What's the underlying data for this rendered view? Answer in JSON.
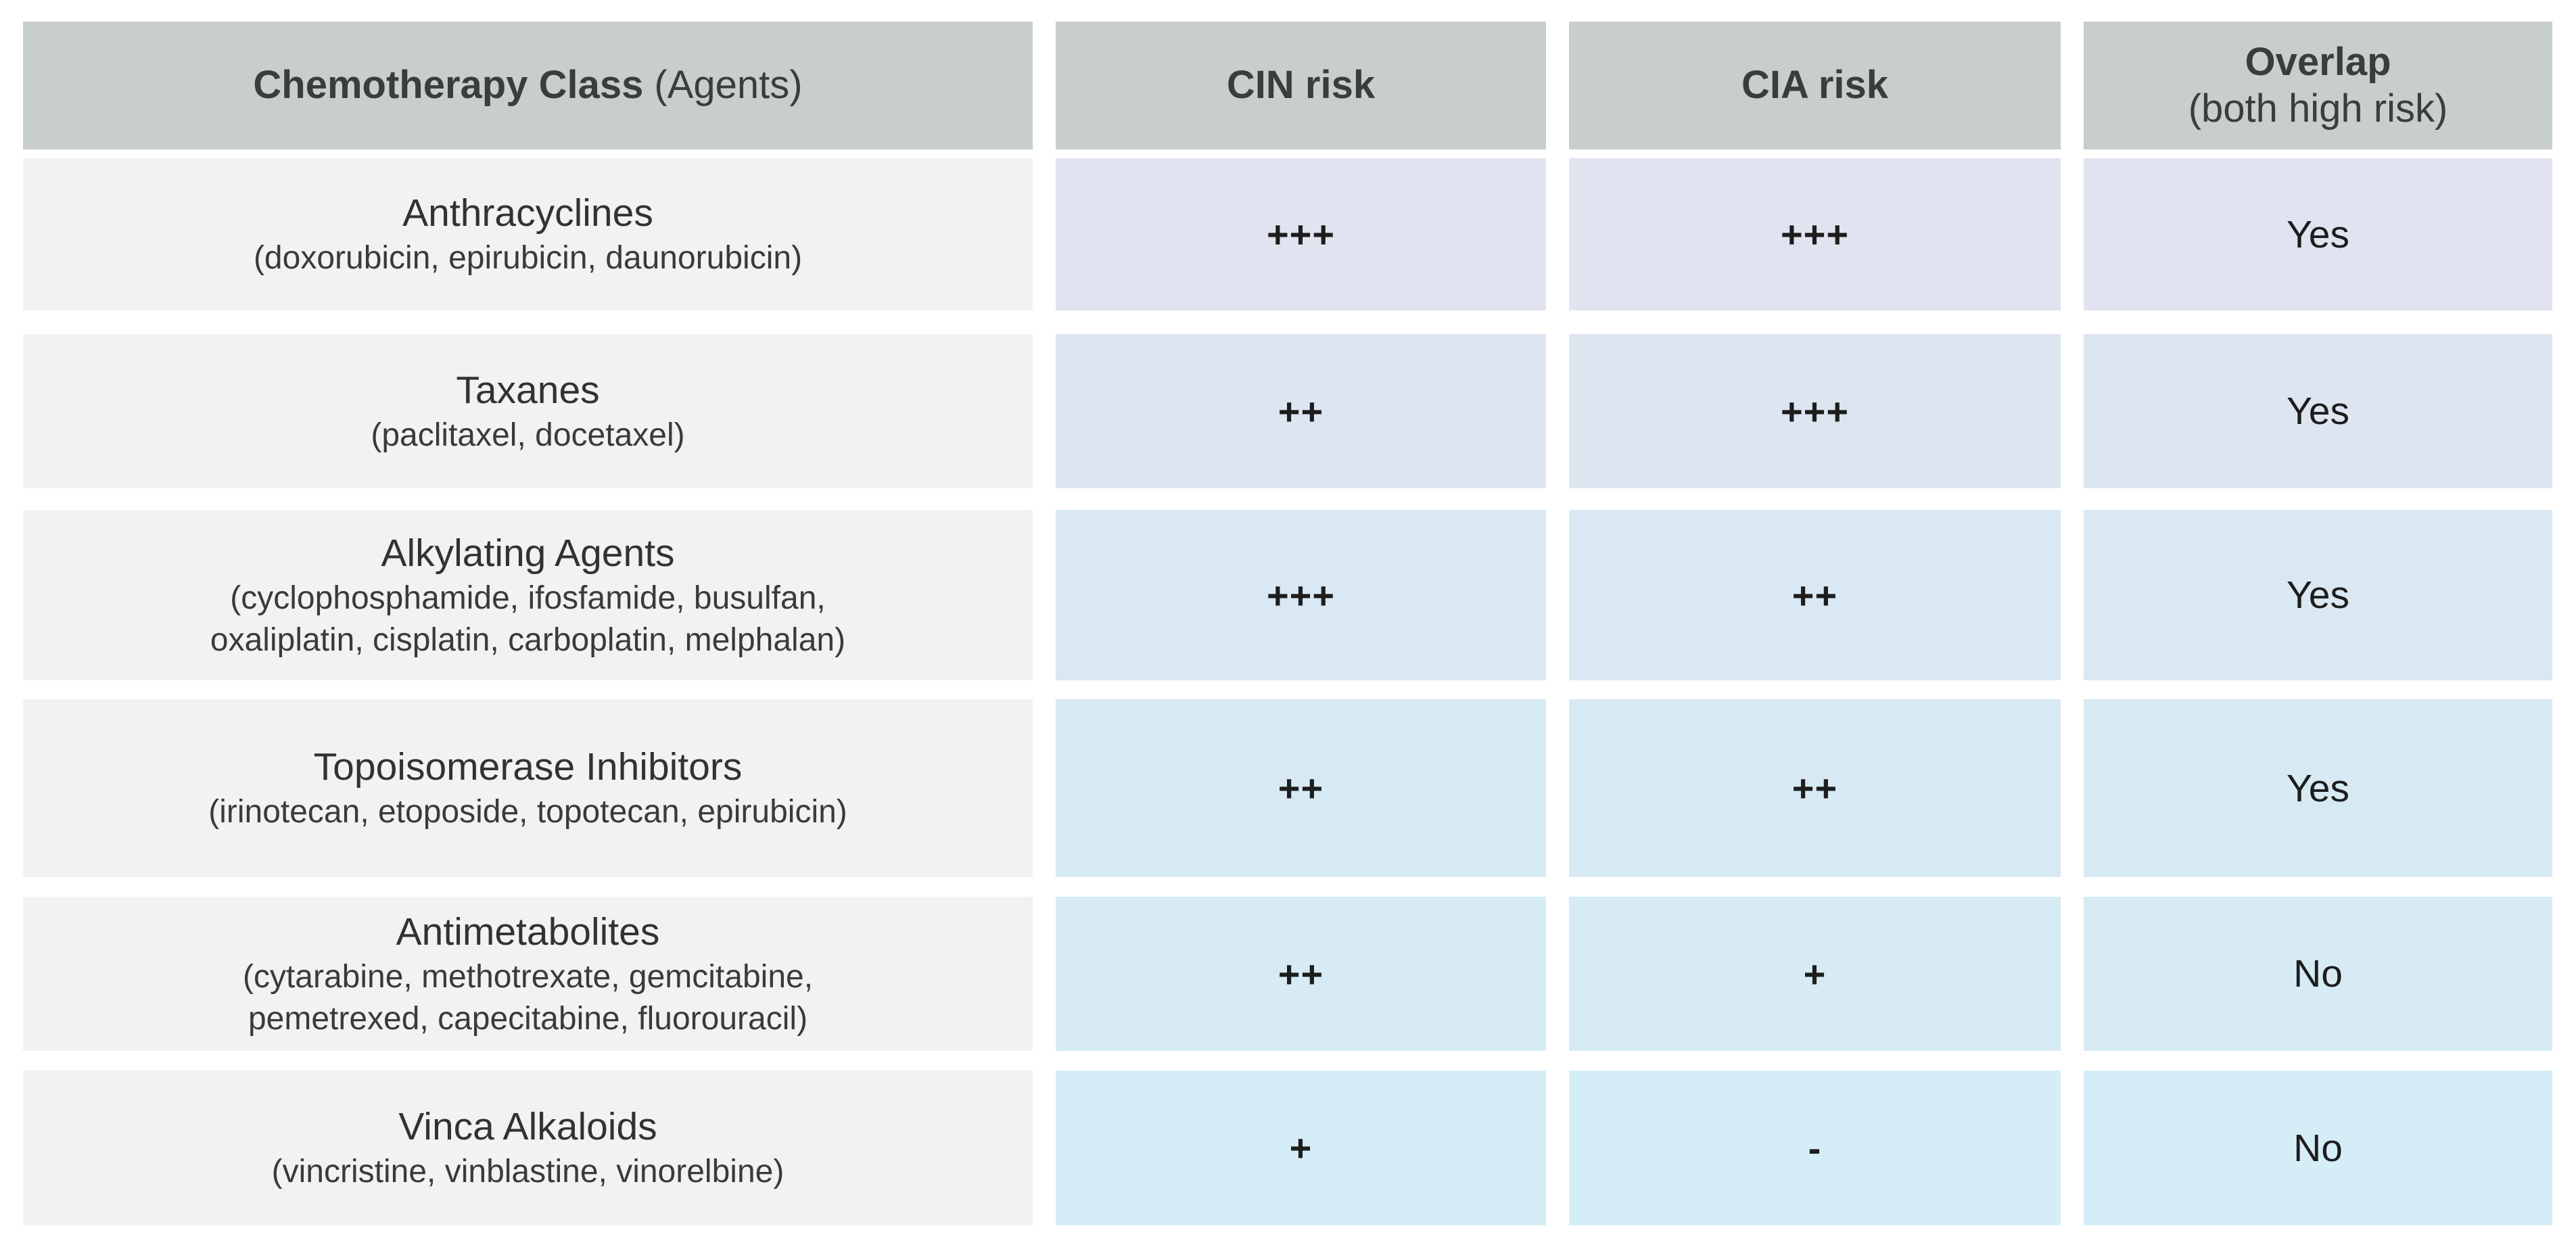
{
  "table": {
    "header": {
      "class_label": "Chemotherapy Class",
      "class_sub": "(Agents)",
      "cin": "CIN risk",
      "cia": "CIA risk",
      "overlap": "Overlap",
      "overlap_sub": "(both high risk)"
    },
    "rows": [
      {
        "class_name": "Anthracyclines",
        "agents": "(doxorubicin, epirubicin, daunorubicin)",
        "cin": "+++",
        "cia": "+++",
        "overlap": "Yes",
        "risk_bg": "#e1e3f0"
      },
      {
        "class_name": "Taxanes",
        "agents": "(paclitaxel, docetaxel)",
        "cin": "++",
        "cia": "+++",
        "overlap": "Yes",
        "risk_bg": "#dde5f1"
      },
      {
        "class_name": "Alkylating Agents",
        "agents": "(cyclophosphamide, ifosfamide, busulfan,\noxaliplatin, cisplatin, carboplatin, melphalan)",
        "cin": "+++",
        "cia": "++",
        "overlap": "Yes",
        "risk_bg": "#d9e8f2"
      },
      {
        "class_name": "Topoisomerase Inhibitors",
        "agents": "(irinotecan, etoposide, topotecan, epirubicin)",
        "cin": "++",
        "cia": "++",
        "overlap": "Yes",
        "risk_bg": "#d7eaf3"
      },
      {
        "class_name": "Antimetabolites",
        "agents": "(cytarabine, methotrexate, gemcitabine,\npemetrexed, capecitabine, fluorouracil)",
        "cin": "++",
        "cia": "+",
        "overlap": "No",
        "risk_bg": "#d6ebf4"
      },
      {
        "class_name": "Vinca Alkaloids",
        "agents": "(vincristine, vinblastine, vinorelbine)",
        "cin": "+",
        "cia": "-",
        "overlap": "No",
        "risk_bg": "#d5edf6"
      }
    ],
    "colors": {
      "header_bg": "#c8cdcd",
      "class_cell_bg": "#f2f2f2",
      "gap_bg": "#ffffff",
      "text_dark": "#333333",
      "risk_gradient_top": "#e1e3f0",
      "risk_gradient_bottom": "#d5edf6"
    }
  },
  "chart_data": {
    "type": "table",
    "title": "",
    "columns": [
      "Chemotherapy Class (Agents)",
      "CIN risk",
      "CIA risk",
      "Overlap (both high risk)"
    ],
    "rows": [
      [
        "Anthracyclines (doxorubicin, epirubicin, daunorubicin)",
        "+++",
        "+++",
        "Yes"
      ],
      [
        "Taxanes (paclitaxel, docetaxel)",
        "++",
        "+++",
        "Yes"
      ],
      [
        "Alkylating Agents (cyclophosphamide, ifosfamide, busulfan, oxaliplatin, cisplatin, carboplatin, melphalan)",
        "+++",
        "++",
        "Yes"
      ],
      [
        "Topoisomerase Inhibitors (irinotecan, etoposide, topotecan, epirubicin)",
        "++",
        "++",
        "Yes"
      ],
      [
        "Antimetabolites (cytarabine, methotrexate, gemcitabine, pemetrexed, capecitabine, fluorouracil)",
        "++",
        "+",
        "No"
      ],
      [
        "Vinca Alkaloids (vincristine, vinblastine, vinorelbine)",
        "+",
        "-",
        "No"
      ]
    ]
  }
}
